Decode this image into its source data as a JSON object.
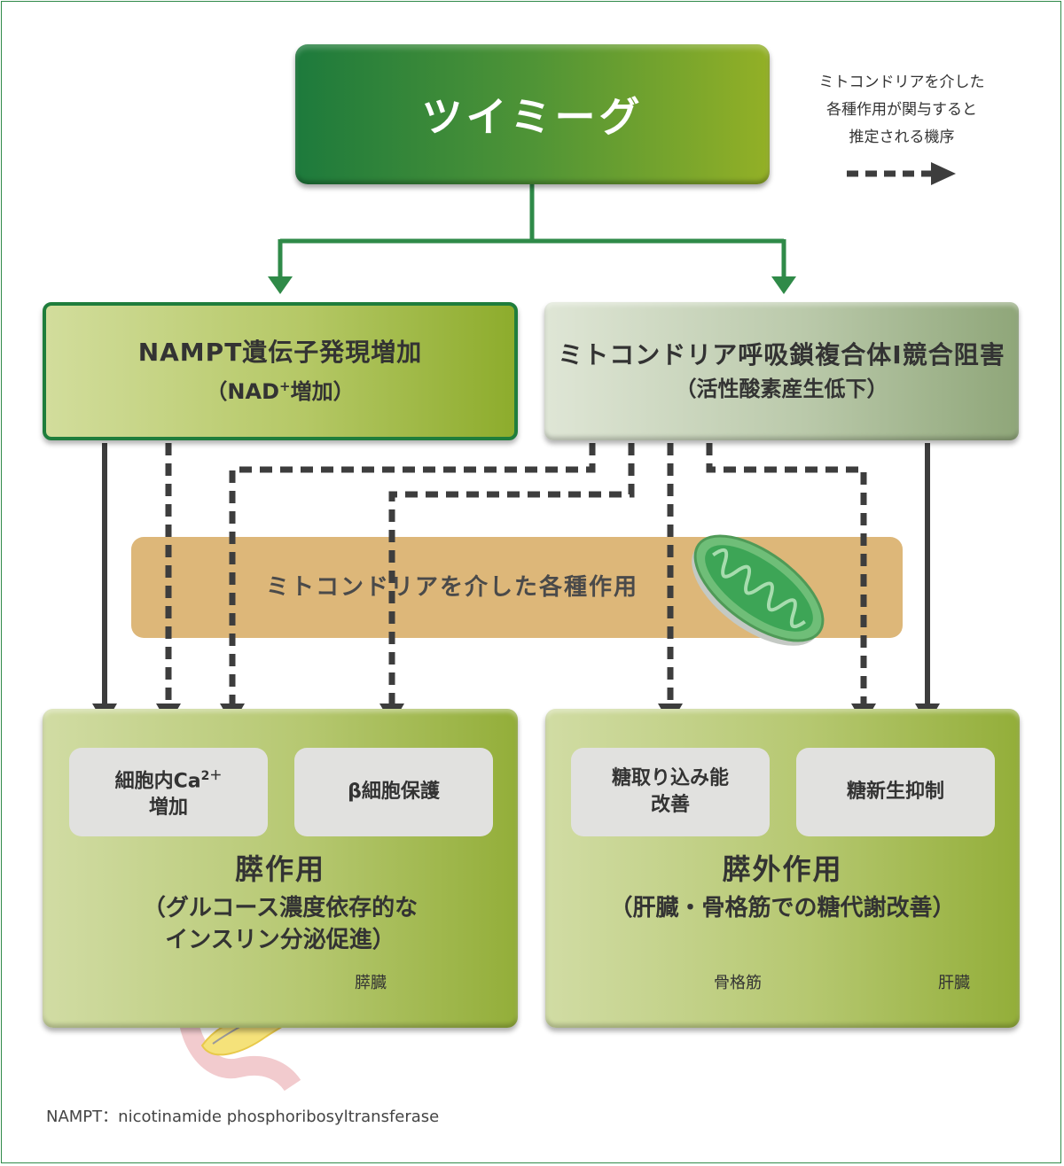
{
  "top_box": {
    "title": "ツイミーグ"
  },
  "legend": {
    "line1": "ミトコンドリアを介した",
    "line2": "各種作用が関与すると",
    "line3": "推定される機序"
  },
  "nampt_box": {
    "main": "NAMPT遺伝子発現増加",
    "sub_pre": "（NAD",
    "sub_sup": "+",
    "sub_post": "増加）"
  },
  "mito_box": {
    "main": "ミトコンドリア呼吸鎖複合体Ⅰ競合阻害",
    "sub": "（活性酸素産生低下）"
  },
  "band": {
    "label": "ミトコンドリアを介した各種作用"
  },
  "pancreatic": {
    "card1_line1_pre": "細胞内Ca",
    "card1_sup": "2＋",
    "card1_line2": "増加",
    "card2": "β細胞保護",
    "title": "膵作用",
    "desc_line1": "（グルコース濃度依存的な",
    "desc_line2": "インスリン分泌促進）",
    "organ_label": "膵臓"
  },
  "extrapancreatic": {
    "card1_line1": "糖取り込み能",
    "card1_line2": "改善",
    "card2": "糖新生抑制",
    "title": "膵外作用",
    "desc": "（肝臓・骨格筋での糖代謝改善）",
    "organ1_label": "骨格筋",
    "organ2_label": "肝臓"
  },
  "footnote": "NAMPT：nicotinamide phosphoribosyltransferase",
  "colors": {
    "frame": "#2f8a48",
    "arrow_green": "#2f8a48",
    "arrow_dark": "#3d3d3d",
    "band": "#ddb779"
  }
}
